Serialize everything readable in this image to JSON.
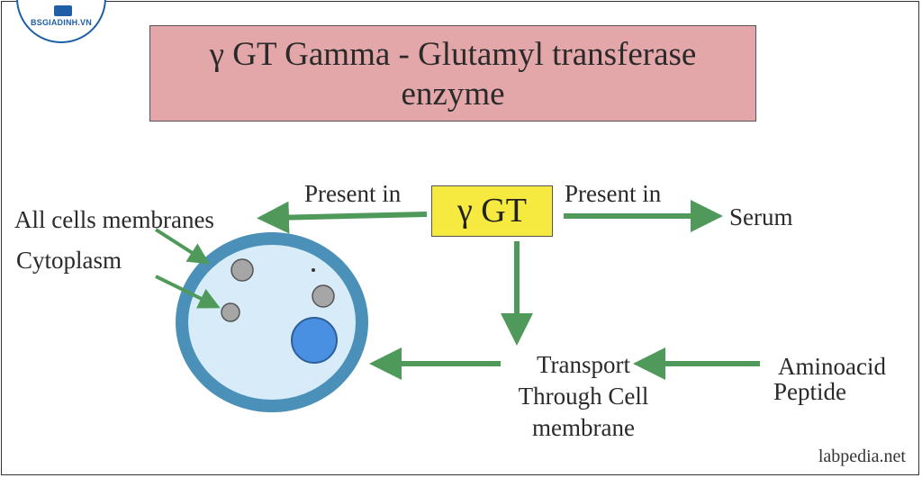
{
  "logo": {
    "text": "BSGIADINH.VN"
  },
  "title": {
    "line1": "γ GT  Gamma - Glutamyl transferase",
    "line2": "enzyme"
  },
  "center_box": {
    "text": "γ GT"
  },
  "labels": {
    "present_in_left": "Present in",
    "present_in_right": "Present in",
    "all_cells_membranes": "All cells membranes",
    "cytoplasm": "Cytoplasm",
    "serum": "Serum",
    "transport_line1": "Transport",
    "transport_line2": "Through Cell",
    "transport_line3": "membrane",
    "aminoacid": "Aminoacid",
    "peptide": "Peptide"
  },
  "watermark": "labpedia.net",
  "colors": {
    "title_bg": "#e4a7a9",
    "center_box_bg": "#f6e93f",
    "arrow": "#4f9a5b",
    "cell_membrane": "#4a90b8",
    "cell_inner": "#d7ecf8",
    "nucleus": "#4a90e2",
    "organelle": "#a6a6a6"
  }
}
